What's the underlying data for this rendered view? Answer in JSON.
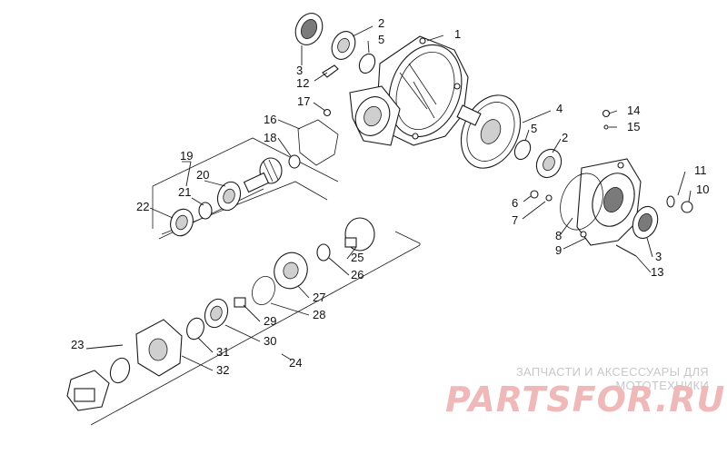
{
  "callouts": [
    "1",
    "2",
    "3",
    "4",
    "5",
    "6",
    "7",
    "8",
    "9",
    "10",
    "11",
    "12",
    "13",
    "14",
    "15",
    "16",
    "17",
    "18",
    "19",
    "20",
    "21",
    "22",
    "23",
    "24",
    "25",
    "26",
    "27",
    "28",
    "29",
    "30",
    "31",
    "32"
  ],
  "watermark": {
    "caption": "ЗАПЧАСТИ И АКСЕССУАРЫ ДЛЯ МОТОТЕХНИКИ",
    "brand": "PARTSFOR.RU"
  },
  "colors": {
    "line": "#1a1a1a",
    "watermark_text": "#c8c8c8",
    "watermark_brand": "#f0b9b9"
  }
}
